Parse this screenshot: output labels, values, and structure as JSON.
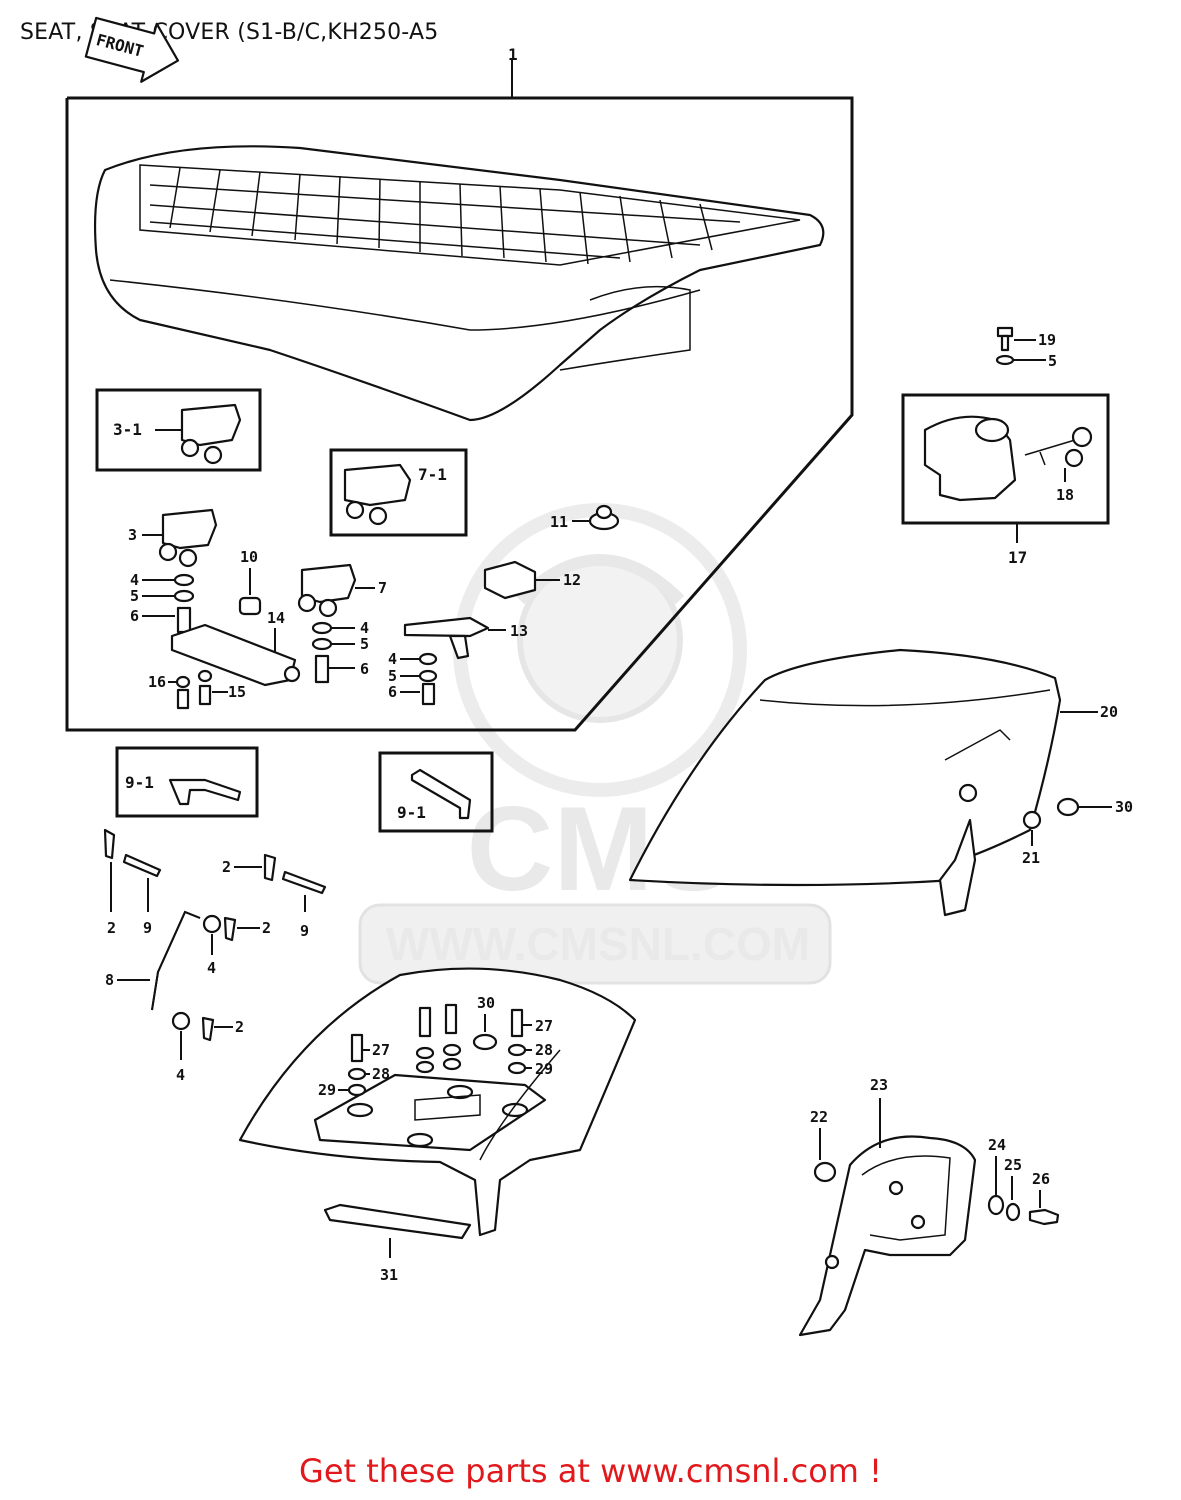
{
  "page": {
    "title": "SEAT, SEAT COVER (S1-B/C,KH250-A5",
    "footer": "Get these parts at www.cmsnl.com !",
    "footer_color": "#e2191c"
  },
  "diagram": {
    "front_tag": "FRONT",
    "watermark_brand": "CMS",
    "watermark_url": "WWW.CMSNL.COM",
    "labels": {
      "l1": "1",
      "l3_1": "3-1",
      "l7_1": "7-1",
      "l3": "3",
      "l10": "10",
      "l7": "7",
      "l11": "11",
      "l12": "12",
      "l13": "13",
      "l14": "14",
      "l4a": "4",
      "l5a": "5",
      "l6a": "6",
      "l4b": "4",
      "l5b": "5",
      "l6b": "6",
      "l4c": "4",
      "l5c": "5",
      "l6c": "6",
      "l15": "15",
      "l16": "16",
      "l19": "19",
      "l5d": "5",
      "l17": "17",
      "l18": "18",
      "l20": "20",
      "l21": "21",
      "l30a": "30",
      "l9_1a": "9-1",
      "l9_1b": "9-1",
      "l2a": "2",
      "l9a": "9",
      "l2b": "2",
      "l9b": "9",
      "l2c": "2",
      "l4d": "4",
      "l8": "8",
      "l2d": "2",
      "l4e": "4",
      "l30b": "30",
      "l27a": "27",
      "l28a": "28",
      "l29a": "29",
      "l27b": "27",
      "l28b": "28",
      "l29b": "29",
      "l31": "31",
      "l22": "22",
      "l23": "23",
      "l24": "24",
      "l25": "25",
      "l26": "26"
    }
  }
}
